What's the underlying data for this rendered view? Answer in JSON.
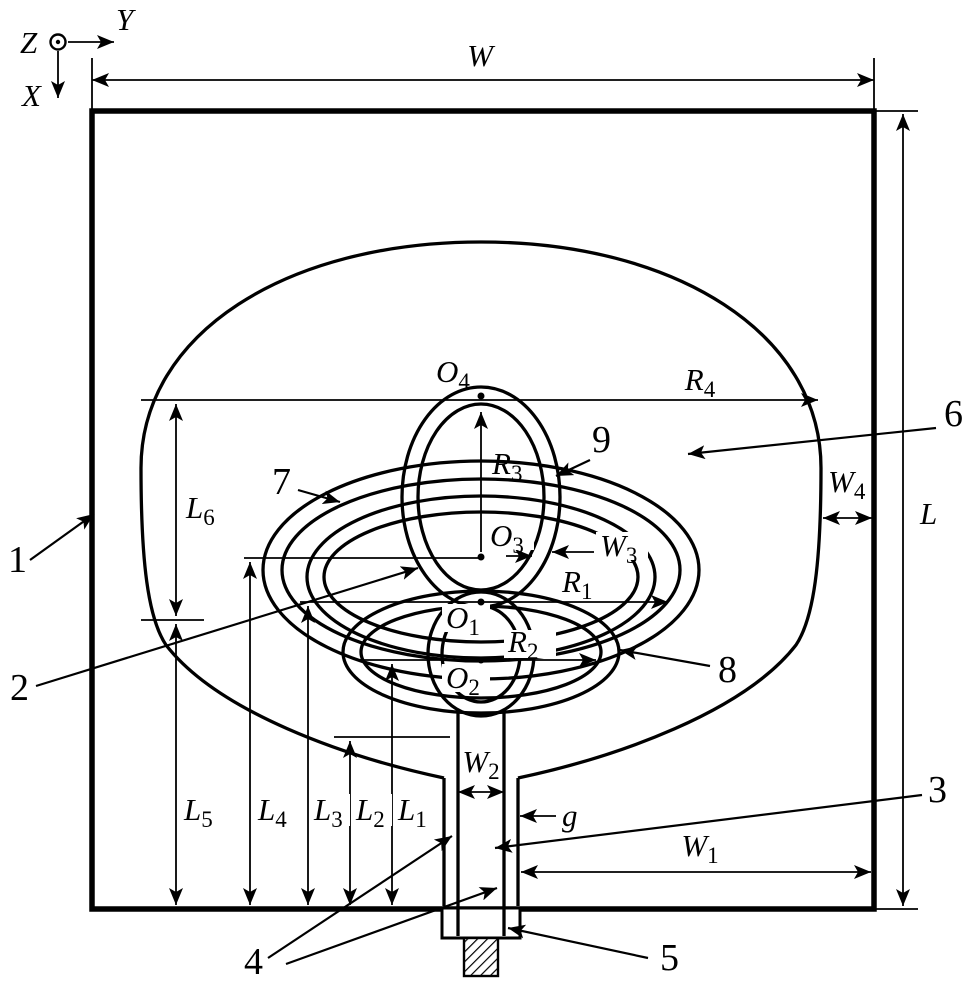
{
  "axes": {
    "z": "Z",
    "y": "Y",
    "x": "X"
  },
  "plain": {
    "W": "W",
    "L": "L",
    "g": "g"
  },
  "dims": {
    "W1": {
      "base": "W",
      "sub": "1"
    },
    "W2": {
      "base": "W",
      "sub": "2"
    },
    "W3": {
      "base": "W",
      "sub": "3"
    },
    "W4": {
      "base": "W",
      "sub": "4"
    },
    "L1": {
      "base": "L",
      "sub": "1"
    },
    "L2": {
      "base": "L",
      "sub": "2"
    },
    "L3": {
      "base": "L",
      "sub": "3"
    },
    "L4": {
      "base": "L",
      "sub": "4"
    },
    "L5": {
      "base": "L",
      "sub": "5"
    },
    "L6": {
      "base": "L",
      "sub": "6"
    },
    "R1": {
      "base": "R",
      "sub": "1"
    },
    "R2": {
      "base": "R",
      "sub": "2"
    },
    "R3": {
      "base": "R",
      "sub": "3"
    },
    "R4": {
      "base": "R",
      "sub": "4"
    },
    "O1": {
      "base": "O",
      "sub": "1"
    },
    "O2": {
      "base": "O",
      "sub": "2"
    },
    "O3": {
      "base": "O",
      "sub": "3"
    },
    "O4": {
      "base": "O",
      "sub": "4"
    }
  },
  "callouts": {
    "c1": "1",
    "c2": "2",
    "c3": "3",
    "c4": "4",
    "c5": "5",
    "c6": "6",
    "c7": "7",
    "c8": "8",
    "c9": "9"
  }
}
